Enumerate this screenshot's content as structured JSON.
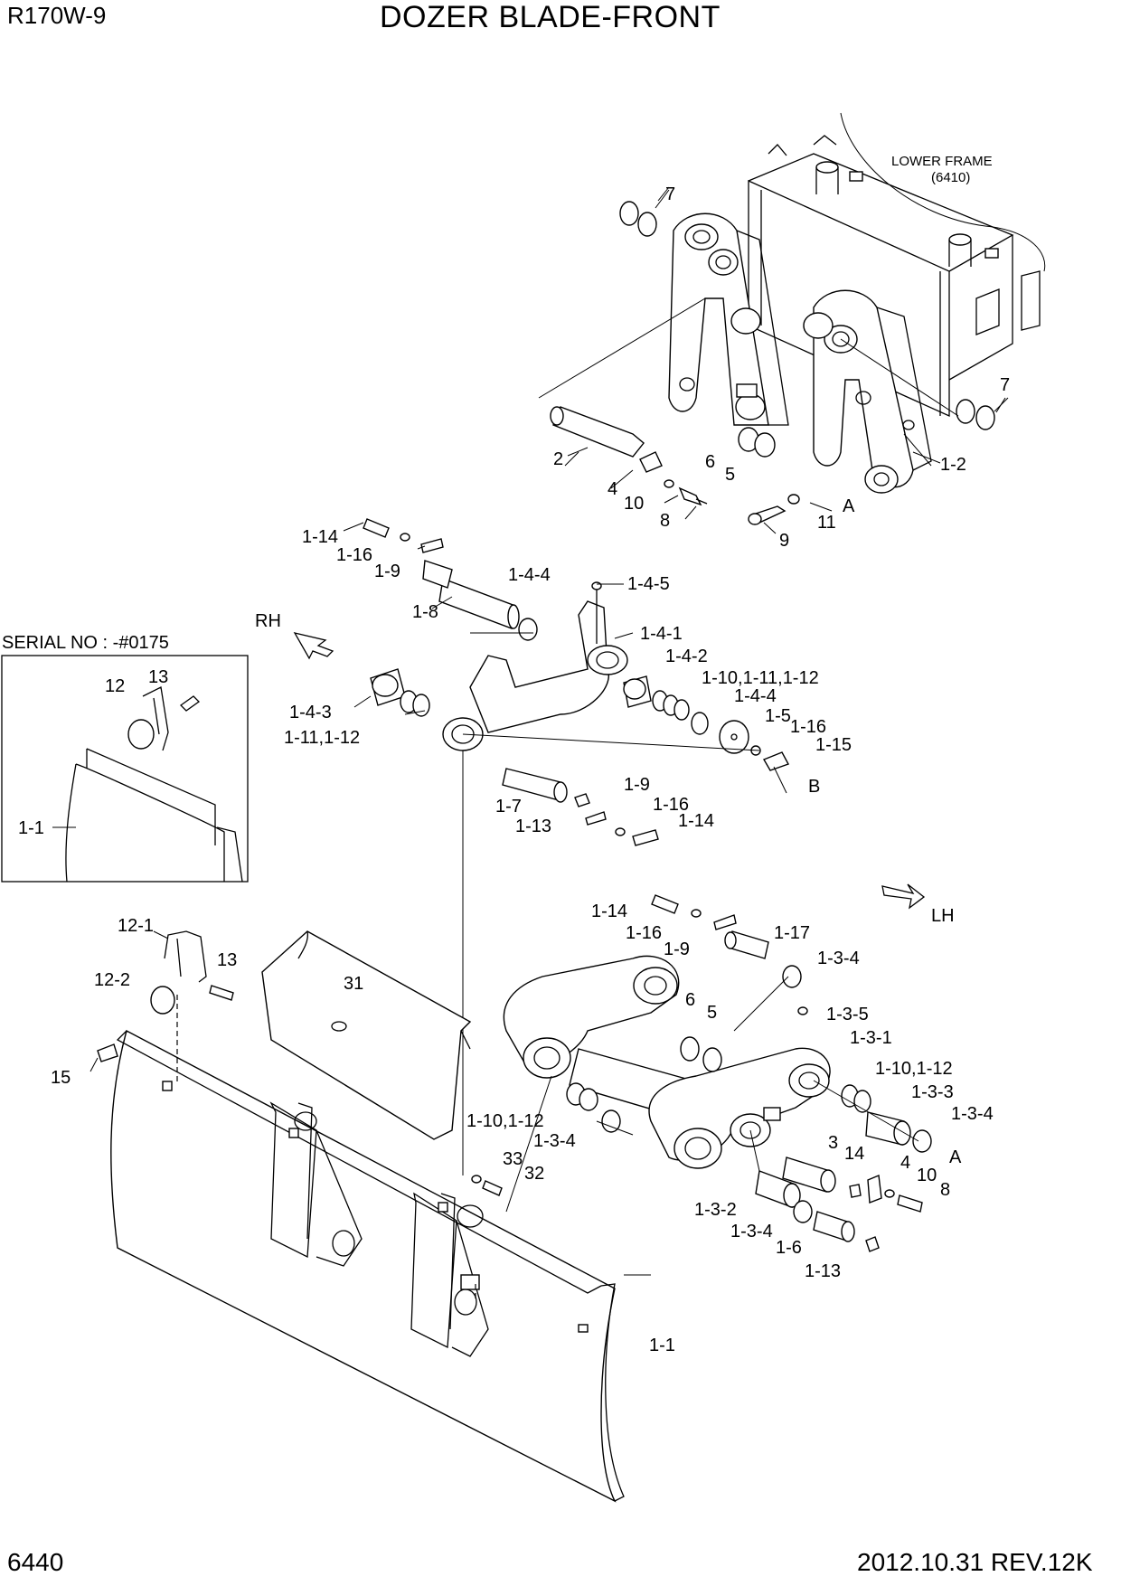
{
  "header": {
    "model": "R170W-9",
    "title": "DOZER BLADE-FRONT"
  },
  "footer": {
    "page_number": "6440",
    "revision": "2012.10.31  REV.12K"
  },
  "inset": {
    "serial_label": "SERIAL NO : -#0175"
  },
  "lower_frame": {
    "line1": "LOWER FRAME",
    "line2": "(6410)"
  },
  "directions": {
    "rh": "RH",
    "lh": "LH"
  },
  "callouts": [
    {
      "id": "c-7a",
      "text": "7"
    },
    {
      "id": "c-7b",
      "text": "7"
    },
    {
      "id": "c-2",
      "text": "2"
    },
    {
      "id": "c-6a",
      "text": "6"
    },
    {
      "id": "c-5a",
      "text": "5"
    },
    {
      "id": "c-1-2",
      "text": "1-2"
    },
    {
      "id": "c-4a",
      "text": "4"
    },
    {
      "id": "c-10a",
      "text": "10"
    },
    {
      "id": "c-8a",
      "text": "8"
    },
    {
      "id": "c-11",
      "text": "11"
    },
    {
      "id": "c-Aa",
      "text": "A"
    },
    {
      "id": "c-9",
      "text": "9"
    },
    {
      "id": "c-1-14a",
      "text": "1-14"
    },
    {
      "id": "c-1-16a",
      "text": "1-16"
    },
    {
      "id": "c-1-9a",
      "text": "1-9"
    },
    {
      "id": "c-1-8",
      "text": "1-8"
    },
    {
      "id": "c-1-4-4a",
      "text": "1-4-4"
    },
    {
      "id": "c-1-4-5",
      "text": "1-4-5"
    },
    {
      "id": "c-1-4-1",
      "text": "1-4-1"
    },
    {
      "id": "c-1-4-2",
      "text": "1-4-2"
    },
    {
      "id": "c-1-10-11-12a",
      "text": "1-10,1-11,1-12"
    },
    {
      "id": "c-1-4-4b",
      "text": "1-4-4"
    },
    {
      "id": "c-1-5",
      "text": "1-5"
    },
    {
      "id": "c-1-16b",
      "text": "1-16"
    },
    {
      "id": "c-1-15",
      "text": "1-15"
    },
    {
      "id": "c-B",
      "text": "B"
    },
    {
      "id": "c-1-4-3",
      "text": "1-4-3"
    },
    {
      "id": "c-1-11-12",
      "text": "1-11,1-12"
    },
    {
      "id": "c-1-7",
      "text": "1-7"
    },
    {
      "id": "c-1-13a",
      "text": "1-13"
    },
    {
      "id": "c-1-9b",
      "text": "1-9"
    },
    {
      "id": "c-1-16c",
      "text": "1-16"
    },
    {
      "id": "c-1-14b",
      "text": "1-14"
    },
    {
      "id": "c-12",
      "text": "12"
    },
    {
      "id": "c-13a",
      "text": "13"
    },
    {
      "id": "c-1-1a",
      "text": "1-1"
    },
    {
      "id": "c-1-14c",
      "text": "1-14"
    },
    {
      "id": "c-1-16d",
      "text": "1-16"
    },
    {
      "id": "c-1-9c",
      "text": "1-9"
    },
    {
      "id": "c-1-17",
      "text": "1-17"
    },
    {
      "id": "c-1-3-4a",
      "text": "1-3-4"
    },
    {
      "id": "c-6b",
      "text": "6"
    },
    {
      "id": "c-5b",
      "text": "5"
    },
    {
      "id": "c-1-3-5",
      "text": "1-3-5"
    },
    {
      "id": "c-1-3-1",
      "text": "1-3-1"
    },
    {
      "id": "c-1-10-12a",
      "text": "1-10,1-12"
    },
    {
      "id": "c-1-3-3",
      "text": "1-3-3"
    },
    {
      "id": "c-1-3-4b",
      "text": "1-3-4"
    },
    {
      "id": "c-Ab",
      "text": "A"
    },
    {
      "id": "c-12-1",
      "text": "12-1"
    },
    {
      "id": "c-12-2",
      "text": "12-2"
    },
    {
      "id": "c-13b",
      "text": "13"
    },
    {
      "id": "c-31",
      "text": "31"
    },
    {
      "id": "c-15",
      "text": "15"
    },
    {
      "id": "c-1-10-12b",
      "text": "1-10,1-12"
    },
    {
      "id": "c-1-3-4c",
      "text": "1-3-4"
    },
    {
      "id": "c-33",
      "text": "33"
    },
    {
      "id": "c-32",
      "text": "32"
    },
    {
      "id": "c-3",
      "text": "3"
    },
    {
      "id": "c-14",
      "text": "14"
    },
    {
      "id": "c-4b",
      "text": "4"
    },
    {
      "id": "c-10b",
      "text": "10"
    },
    {
      "id": "c-8b",
      "text": "8"
    },
    {
      "id": "c-1-3-2",
      "text": "1-3-2"
    },
    {
      "id": "c-1-3-4d",
      "text": "1-3-4"
    },
    {
      "id": "c-1-6",
      "text": "1-6"
    },
    {
      "id": "c-1-13b",
      "text": "1-13"
    },
    {
      "id": "c-1-1b",
      "text": "1-1"
    }
  ]
}
